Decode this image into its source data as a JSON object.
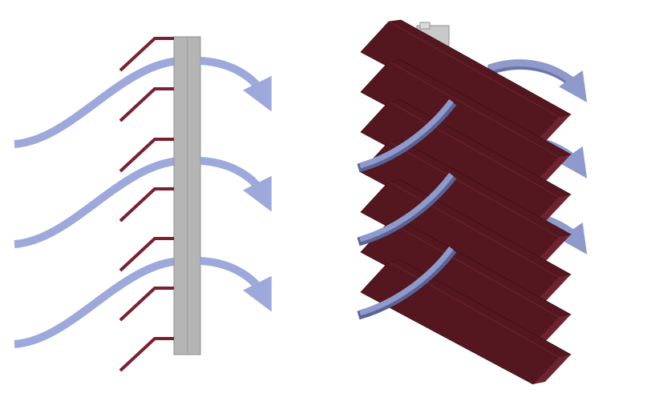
{
  "colors": {
    "background": "#ffffff",
    "airflow": "#9da8db",
    "airflow_dark": "#6a74a8",
    "louver_blade": "#7b2030",
    "slat_face": "#54171f",
    "slat_edge": "#6e2330",
    "frame_post": "#b5b5b5",
    "frame_post_edge": "#8f8f8f"
  },
  "left_panel": {
    "blade_count": 7,
    "airflow_arrow_count": 3
  },
  "right_panel": {
    "slat_count": 7,
    "airflow_arrow_count": 3
  }
}
